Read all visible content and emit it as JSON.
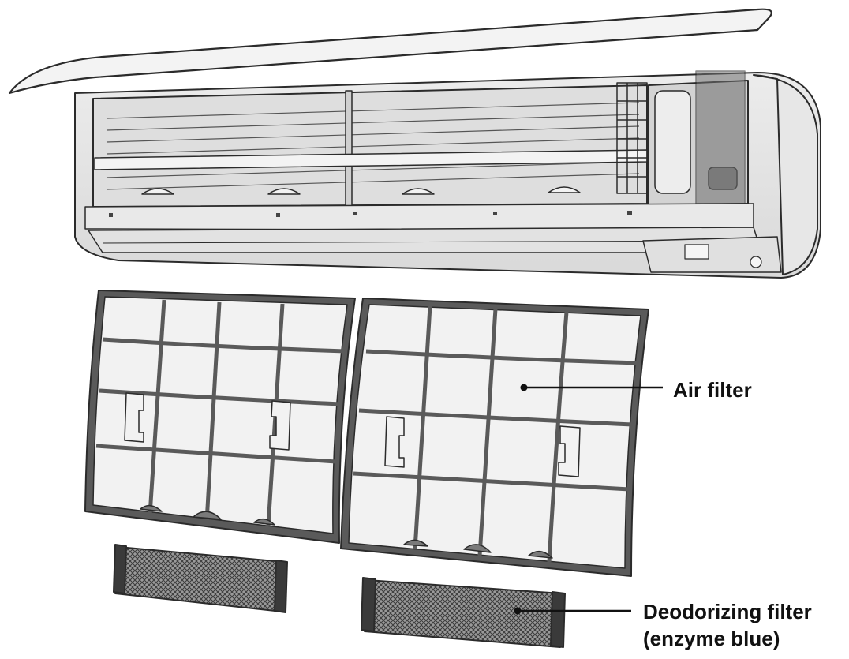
{
  "callouts": {
    "air_filter": "Air filter",
    "deodorizing_line1": "Deodorizing filter",
    "deodorizing_line2": "(enzyme blue)"
  },
  "colors": {
    "ink": "#2b2b2b",
    "fill_light": "#f1f1f1",
    "fill_mid": "#e1e1e1",
    "fill_dark": "#cfcfcf",
    "mesh": "#8a8a8a"
  }
}
